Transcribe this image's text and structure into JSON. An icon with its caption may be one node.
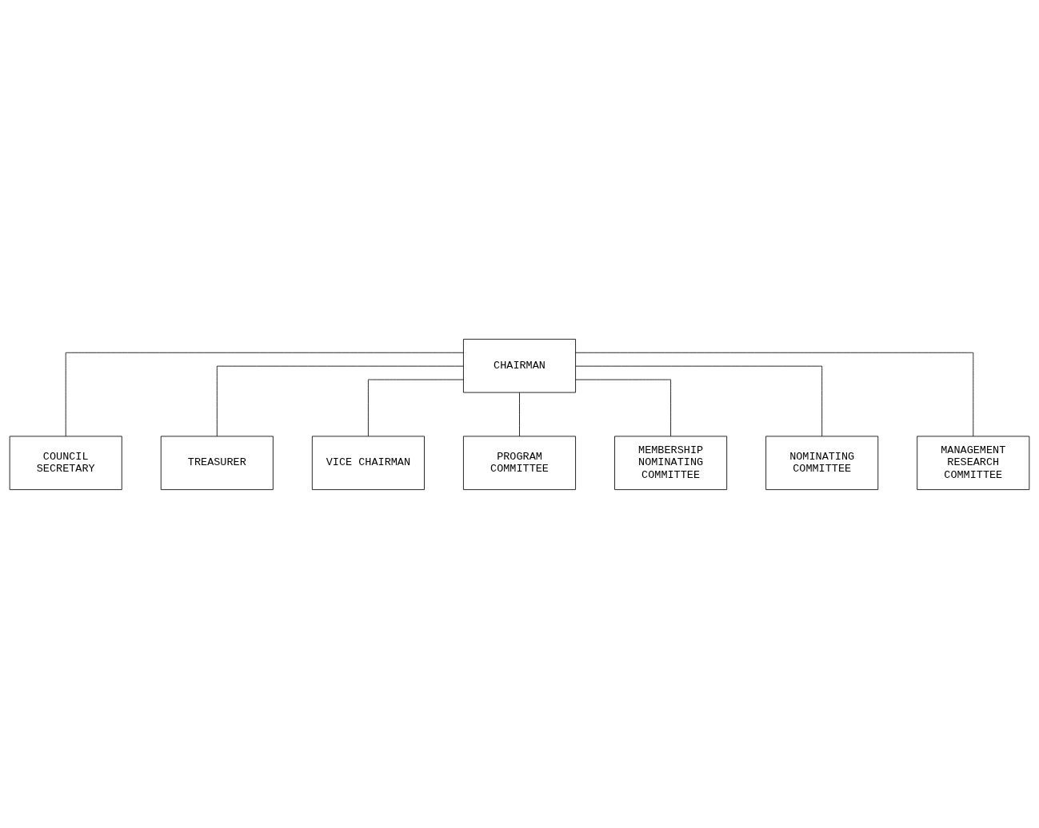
{
  "diagram": {
    "nodes": [
      {
        "text": [
          "CHAIRMAN"
        ]
      },
      {
        "text": [
          "COUNCIL SECRETARY"
        ]
      },
      {
        "text": [
          "TREASURER"
        ]
      },
      {
        "text": [
          "VICE CHAIRMAN"
        ]
      },
      {
        "text": [
          "PROGRAM COMMITTEE"
        ]
      },
      {
        "text": [
          "MEMBERSHIP NOMINATING COMMITTEE"
        ]
      },
      {
        "text": [
          "NOMINATING COMMITTEE"
        ]
      },
      {
        "text": [
          "MANAGEMENT RESEARCH COMMITTEE"
        ]
      }
    ],
    "edges": [
      {
        "from": 0,
        "to": 1,
        "arrow": "none"
      },
      {
        "from": 0,
        "to": 2,
        "arrow": "none"
      },
      {
        "from": 0,
        "to": 3,
        "arrow": "none"
      },
      {
        "from": 0,
        "to": 4,
        "arrow": "none"
      },
      {
        "from": 0,
        "to": 5,
        "arrow": "none"
      },
      {
        "from": 0,
        "to": 6,
        "arrow": "none"
      },
      {
        "from": 0,
        "to": 7,
        "arrow": "none"
      }
    ]
  }
}
